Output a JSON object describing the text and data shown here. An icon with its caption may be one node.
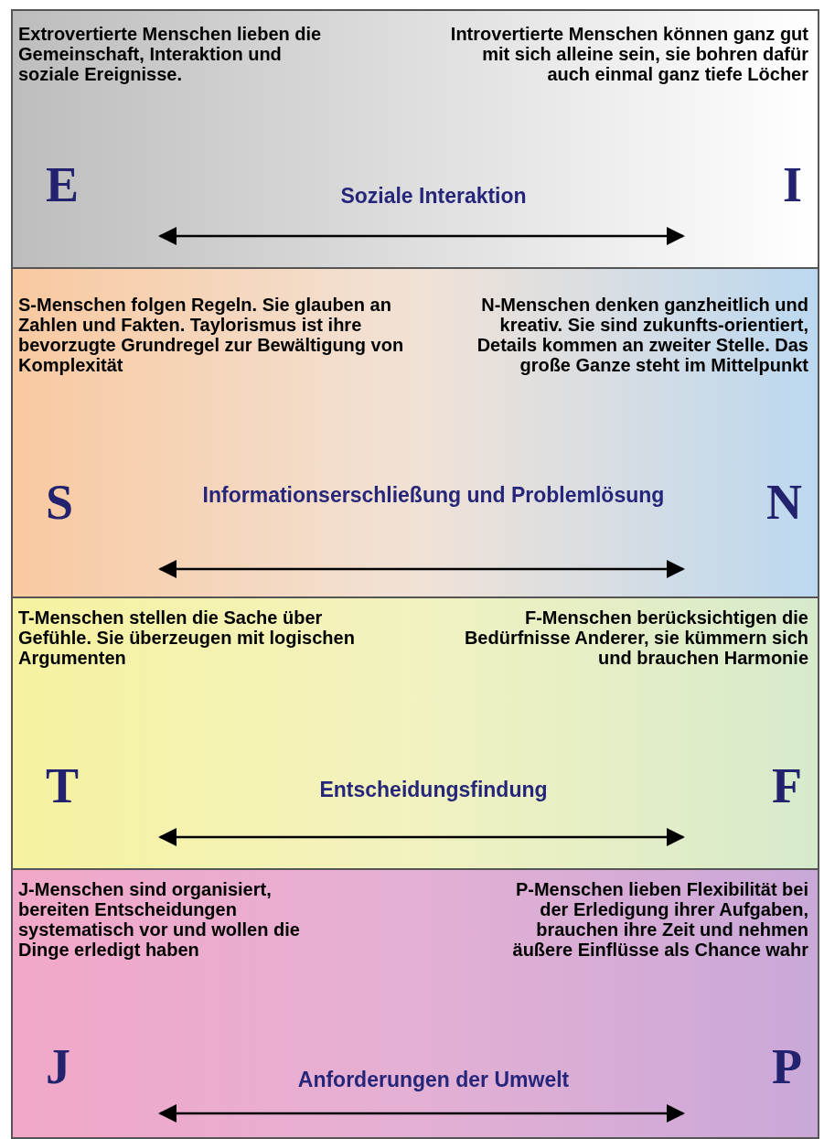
{
  "diagram": {
    "nodes": [
      {
        "text": [
          "Extrovertierte Menschen lieben die Gemeinschaft, Interaktion und soziale Ereignisse.",
          "Introvertierte Menschen können ganz gut mit sich alleine sein, sie bohren dafür auch einmal ganz tiefe Löcher",
          "Soziale Interaktion"
        ]
      },
      {
        "text": [
          "E"
        ],
        "in": 0
      },
      {
        "text": [
          "I"
        ],
        "in": 0
      },
      {
        "text": [
          "S-Menschen folgen Regeln. Sie glauben an Zahlen und Fakten. Taylorismus ist ihre bevorzugte Grundregel zur Bewältigung von Komplexität",
          "N-Menschen denken ganzheitlich und kreativ. Sie sind zukunfts-orientiert, Details kommen an zweiter Stelle. Das große Ganze steht im Mittelpunkt",
          "Informationserschließung und Problemlösung"
        ]
      },
      {
        "text": [
          "S"
        ],
        "in": 3
      },
      {
        "text": [
          "N"
        ],
        "in": 3
      },
      {
        "text": [
          "T-Menschen stellen die Sache über Gefühle. Sie überzeugen mit logischen Argumenten",
          "F-Menschen berücksichtigen die Bedürfnisse Anderer, sie kümmern sich und brauchen Harmonie",
          "Entscheidungsfindung"
        ]
      },
      {
        "text": [
          "T"
        ],
        "in": 6
      },
      {
        "text": [
          "F"
        ],
        "in": 6
      },
      {
        "text": [
          "J-Menschen sind organisiert, bereiten Entscheidungen systematisch vor und wollen die Dinge erledigt haben",
          "P-Menschen lieben Flexibilität bei der Erledigung ihrer Aufgaben, brauchen ihre Zeit und nehmen äußere Einflüsse als Chance wahr",
          "Anforderungen der Umwelt"
        ]
      },
      {
        "text": [
          "J"
        ],
        "in": 9
      },
      {
        "text": [
          "P"
        ],
        "in": 9
      }
    ],
    "edges": [
      {
        "from": 1,
        "to": 2,
        "arrow": "both"
      },
      {
        "from": 4,
        "to": 5,
        "arrow": "both"
      },
      {
        "from": 7,
        "to": 8,
        "arrow": "both"
      },
      {
        "from": 10,
        "to": 11,
        "arrow": "both"
      }
    ]
  }
}
